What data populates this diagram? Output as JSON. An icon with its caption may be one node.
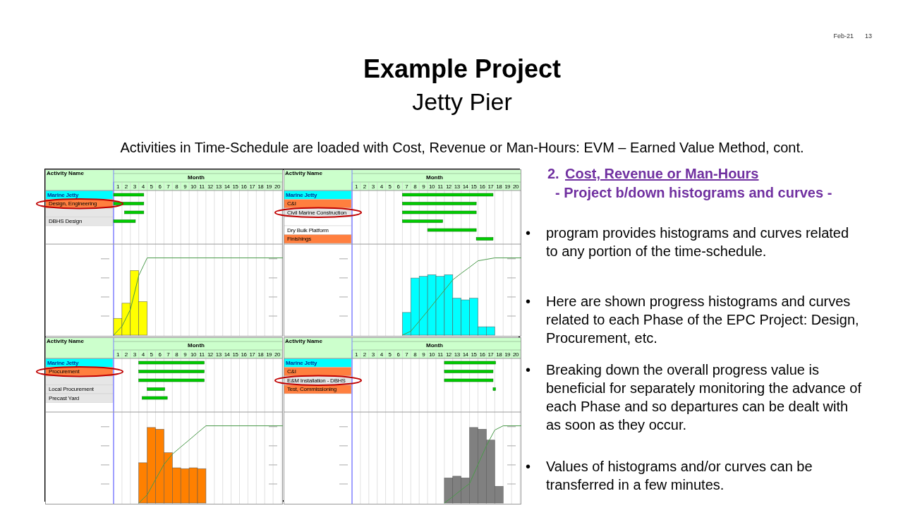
{
  "diagram": {
    "title": "Example Project",
    "labels": [
      "Feb-21",
      "13",
      "Jetty Pier",
      "Activities in Time-Schedule are loaded with Cost, Revenue or Man-Hours: EVM – Earned Value Method, cont.",
      "2.",
      "Cost, Revenue or Man-Hours",
      "- Project b/down histograms and curves -",
      "•",
      "program provides histograms and curves related to any portion of the time-schedule.",
      "•",
      "Here are shown progress histograms and curves related to each Phase of the EPC Project: Design, Procurement, etc.",
      "•",
      "Breaking down the overall progress value is beneficial for separately monitoring the advance of each Phase and so departures can be dealt with as soon as they occur.",
      "•",
      "Values of histograms and/or curves can be transferred in a few minutes.",
      "Activity Name",
      "Month",
      "1",
      "2",
      "3",
      "4",
      "5",
      "6",
      "7",
      "8",
      "9",
      "10",
      "11",
      "12",
      "13",
      "14",
      "15",
      "16",
      "17",
      "18",
      "19",
      "20",
      "Marine Jetty",
      "Design, Engineering",
      "DBHS Design",
      "Activity Name",
      "Month",
      "1",
      "2",
      "3",
      "4",
      "5",
      "6",
      "7",
      "8",
      "9",
      "10",
      "11",
      "12",
      "13",
      "14",
      "15",
      "16",
      "17",
      "18",
      "19",
      "20",
      "Marine Jetty",
      "C&I",
      "Civil Marine Construction",
      "Dry Bulk Platform",
      "Finishings",
      "Activity Name",
      "Month",
      "1",
      "2",
      "3",
      "4",
      "5",
      "6",
      "7",
      "8",
      "9",
      "10",
      "11",
      "12",
      "13",
      "14",
      "15",
      "16",
      "17",
      "18",
      "19",
      "20",
      "Marine Jetty",
      "Procurement",
      "Local Procurement",
      "Precast Yard",
      "Activity Name",
      "Month",
      "1",
      "2",
      "3",
      "4",
      "5",
      "6",
      "7",
      "8",
      "9",
      "10",
      "11",
      "12",
      "13",
      "14",
      "15",
      "16",
      "17",
      "18",
      "19",
      "20",
      "Marine Jetty",
      "C&I",
      "E&M Installation - DBHS",
      "Test, Commissioning"
    ]
  }
}
